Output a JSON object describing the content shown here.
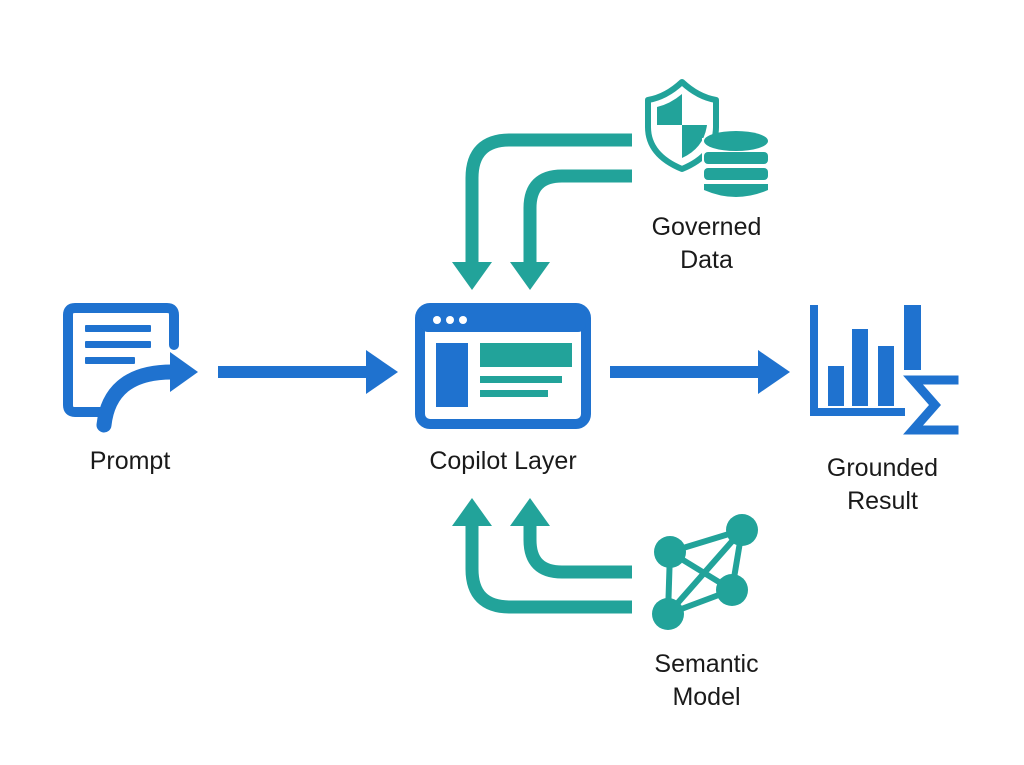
{
  "colors": {
    "blue": "#1f72cf",
    "teal": "#22a39a",
    "text": "#1a1a1a",
    "background": "#ffffff"
  },
  "nodes": {
    "prompt": {
      "label": "Prompt",
      "icon": "chat-reply-icon"
    },
    "copilot": {
      "label": "Copilot Layer",
      "icon": "app-window-icon"
    },
    "result": {
      "label_line1": "Grounded",
      "label_line2": "Result",
      "icon": "bar-chart-sigma-icon"
    },
    "governed": {
      "label_line1": "Governed",
      "label_line2": "Data",
      "icon": "shield-database-icon"
    },
    "semantic": {
      "label_line1": "Semantic",
      "label_line2": "Model",
      "icon": "network-graph-icon"
    }
  },
  "edges": [
    {
      "from": "Prompt",
      "to": "Copilot Layer"
    },
    {
      "from": "Copilot Layer",
      "to": "Grounded Result"
    },
    {
      "from": "Governed Data",
      "to": "Copilot Layer"
    },
    {
      "from": "Semantic Model",
      "to": "Copilot Layer"
    }
  ]
}
